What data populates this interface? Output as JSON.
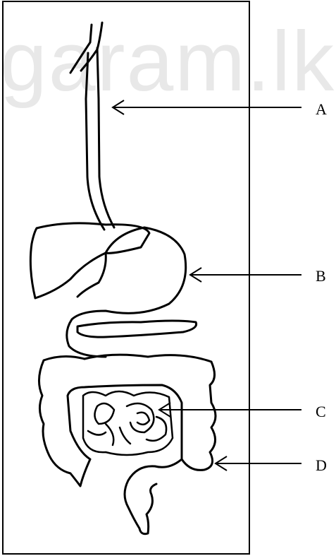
{
  "watermark": {
    "text": "garam.lk"
  },
  "labels": {
    "a": "A",
    "b": "B",
    "c": "C",
    "d": "D"
  }
}
